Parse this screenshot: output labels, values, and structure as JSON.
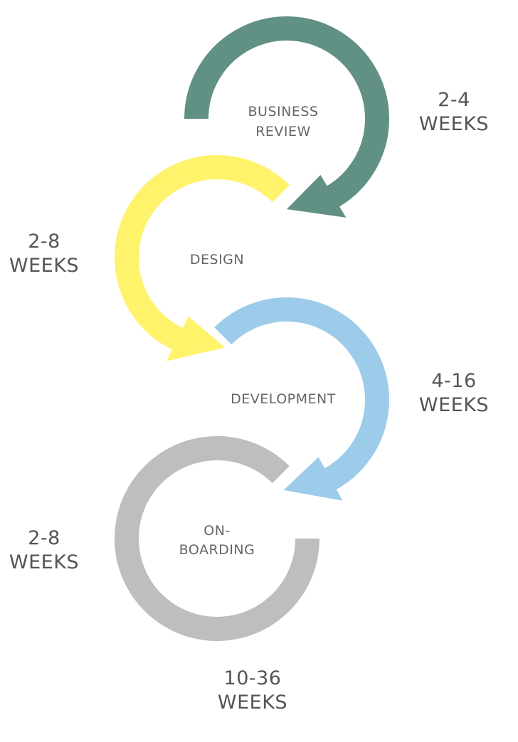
{
  "stages": [
    {
      "name_lines": [
        "BUSINESS",
        "REVIEW"
      ],
      "duration_lines": [
        "2-4",
        "WEEKS"
      ],
      "color": "#619084"
    },
    {
      "name_lines": [
        "DESIGN"
      ],
      "duration_lines": [
        "2-8",
        "WEEKS"
      ],
      "color": "#FFF36B"
    },
    {
      "name_lines": [
        "DEVELOPMENT"
      ],
      "duration_lines": [
        "4-16",
        "WEEKS"
      ],
      "color": "#9DCBEA"
    },
    {
      "name_lines": [
        "ON-",
        "BOARDING"
      ],
      "duration_lines": [
        "2-8",
        "WEEKS"
      ],
      "color": "#BEBEBE"
    }
  ],
  "total": {
    "duration_lines": [
      "10-36",
      "WEEKS"
    ]
  }
}
